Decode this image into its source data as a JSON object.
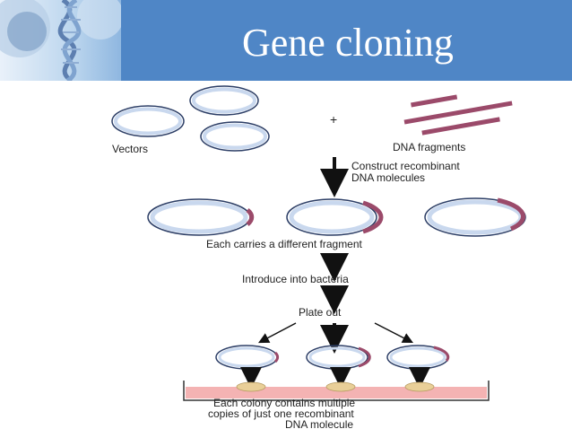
{
  "slide": {
    "title": "Gene cloning"
  },
  "diagram": {
    "vectors_label": "Vectors",
    "plus_sign": "+",
    "fragments_label": "DNA fragments",
    "step1_line1": "Construct recombinant",
    "step1_line2": "DNA molecules",
    "step2": "Each carries a different fragment",
    "step3": "Introduce into bacteria",
    "step4": "Plate out",
    "result_line1": "Each colony contains multiple",
    "result_line2": "copies of just one recombinant",
    "result_line3": "DNA molecule"
  },
  "colors": {
    "header": "#4f86c6",
    "plasmid_ring": "#c9d8ee",
    "insert": "#9b4a6a",
    "plate": "#f4b3b3",
    "colony": "#e9cf98"
  }
}
